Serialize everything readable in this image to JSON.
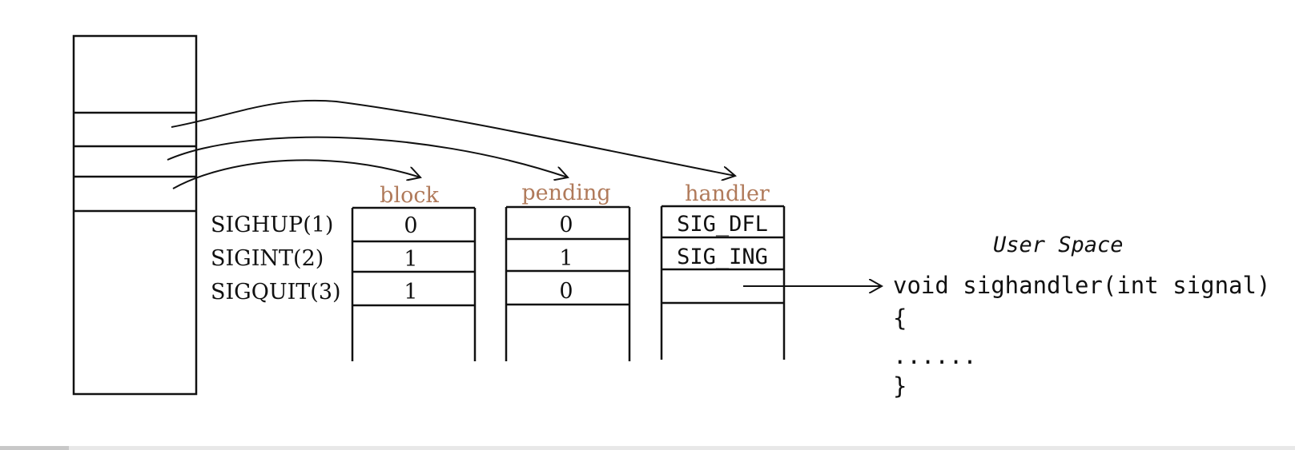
{
  "tables": {
    "block": {
      "header": "block",
      "values": [
        "0",
        "1",
        "1"
      ]
    },
    "pending": {
      "header": "pending",
      "values": [
        "0",
        "1",
        "0"
      ]
    },
    "handler": {
      "header": "handler",
      "values": [
        "SIG_DFL",
        "SIG_ING",
        ""
      ]
    }
  },
  "signals": [
    "SIGHUP(1)",
    "SIGINT(2)",
    "SIGQUIT(3)"
  ],
  "user_space": {
    "title": "User Space",
    "code": [
      "void sighandler(int signal)",
      "{",
      "......",
      "}"
    ]
  },
  "colors": {
    "header": "#b07a5a",
    "line": "#111111"
  }
}
